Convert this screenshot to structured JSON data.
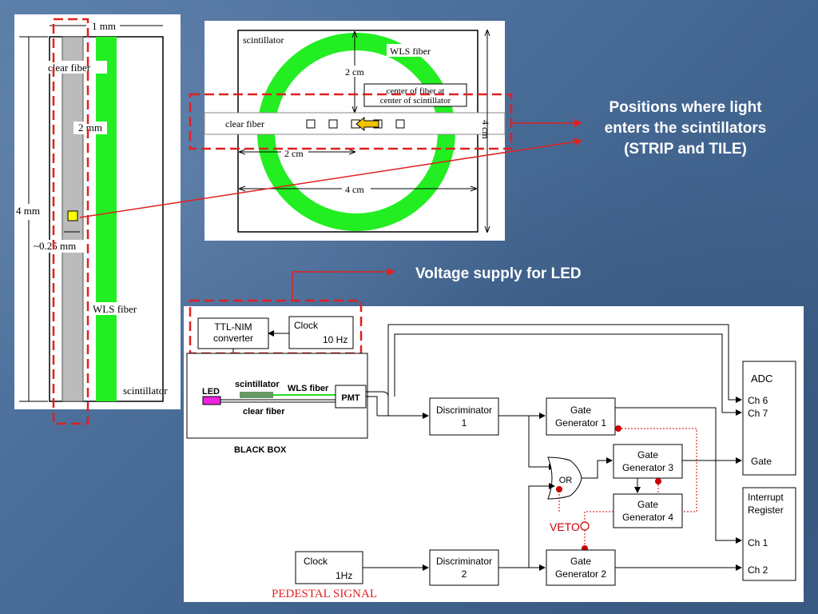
{
  "strip_panel": {
    "width_label": "1 mm",
    "clear_fiber_label": "clear fiber",
    "gap_label": "2 mm",
    "length_label": "4 mm",
    "spot_label": "~0.25 mm",
    "wls_label": "WLS fiber",
    "scint_label": "scintillator"
  },
  "tile_panel": {
    "scint_label": "scintillator",
    "wls_label": "WLS fiber",
    "diameter_label": "2 cm",
    "center_note_line1": "center of fiber at",
    "center_note_line2": "center of scintillator",
    "clear_fiber_label": "clear fiber",
    "offset_label": "2 cm",
    "width_label": "4 cm",
    "height_label": "4 cm"
  },
  "callouts": {
    "positions_line1": "Positions where light",
    "positions_line2": "enters the scintillators",
    "positions_line3": "(STRIP and TILE)",
    "voltage": "Voltage supply for LED"
  },
  "circuit": {
    "ttl_line1": "TTL-NIM",
    "ttl_line2": "converter",
    "clock_top_line1": "Clock",
    "clock_top_line2": "10 Hz",
    "led": "LED",
    "scintillator": "scintillator",
    "wls_fiber": "WLS fiber",
    "pmt": "PMT",
    "clear_fiber": "clear fiber",
    "black_box": "BLACK BOX",
    "disc1_line1": "Discriminator",
    "disc1_line2": "1",
    "gg1_line1": "Gate",
    "gg1_line2": "Generator 1",
    "gg3_line1": "Gate",
    "gg3_line2": "Generator 3",
    "or": "OR",
    "gg4_line1": "Gate",
    "gg4_line2": "Generator 4",
    "veto": "VETO",
    "adc": "ADC",
    "ch6": "Ch 6",
    "ch7": "Ch 7",
    "gate": "Gate",
    "interrupt_line1": "Interrupt",
    "interrupt_line2": "Register",
    "ch1": "Ch 1",
    "ch2": "Ch 2",
    "clock_bottom_line1": "Clock",
    "clock_bottom_line2": "1Hz",
    "disc2_line1": "Discriminator",
    "disc2_line2": "2",
    "gg2_line1": "Gate",
    "gg2_line2": "Generator 2",
    "pedestal": "PEDESTAL SIGNAL"
  },
  "colors": {
    "highlight_red": "#e02020",
    "wls_green": "#22ee22",
    "fiber_gray": "#bbbbbb",
    "led_magenta": "#ee22dd",
    "veto_red": "#cc0000",
    "background": "#4a6d9a"
  }
}
